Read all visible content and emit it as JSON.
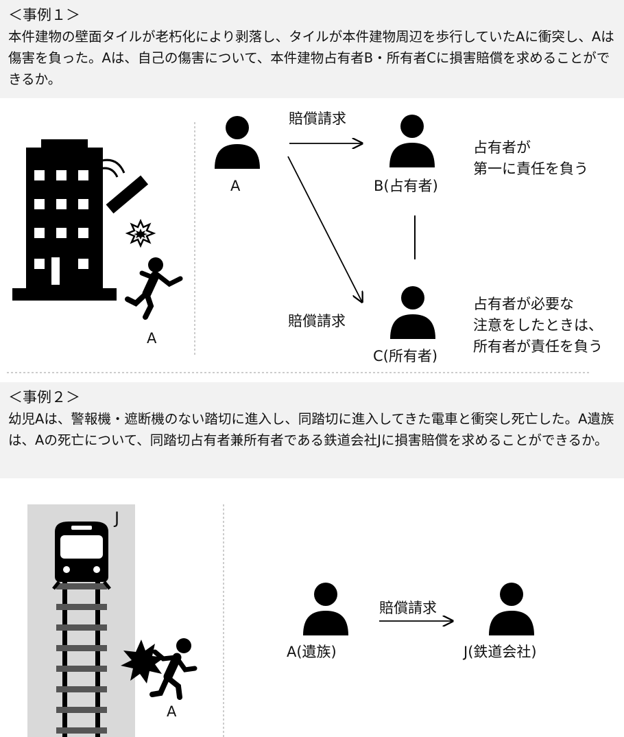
{
  "case1": {
    "title": "＜事例１＞",
    "text": "本件建物の壁面タイルが老朽化により剥落し、タイルが本件建物周辺を歩行していたAに衝突し、Aは傷害を負った。Aは、自己の傷害について、本件建物占有者B・所有者Cに損害賠償を求めることができるか。",
    "victim_label": "A",
    "person_a": "A",
    "person_b": "B(占有者)",
    "person_c": "C(所有者)",
    "arrow_label_top": "賠償請求",
    "arrow_label_bottom": "賠償請求",
    "note_b": [
      "占有者が",
      "第一に責任を負う"
    ],
    "note_c": [
      "占有者が必要な",
      "注意をしたときは、",
      "所有者が責任を負う"
    ]
  },
  "case2": {
    "title": "＜事例２＞",
    "text": "幼児Aは、警報機・遮断機のない踏切に進入し、同踏切に進入してきた電車と衝突し死亡した。A遺族は、Aの死亡について、同踏切占有者兼所有者である鉄道会社Jに損害賠償を求めることができるか。",
    "train_label": "J",
    "child_label": "A",
    "person_a": "A(遺族)",
    "person_j": "J(鉄道会社)",
    "arrow_label": "賠償請求"
  },
  "icons": {
    "building": "building-icon",
    "falling_tile": "falling-tile-icon",
    "impact": "impact-burst-icon",
    "falling_person": "falling-person-icon",
    "person": "person-icon",
    "train": "train-icon",
    "rail_track": "rail-track-icon",
    "running_child": "running-child-icon"
  },
  "colors": {
    "box_bg": "#f2f2f2",
    "ink": "#000000",
    "track_bg": "#d9d9d9"
  }
}
